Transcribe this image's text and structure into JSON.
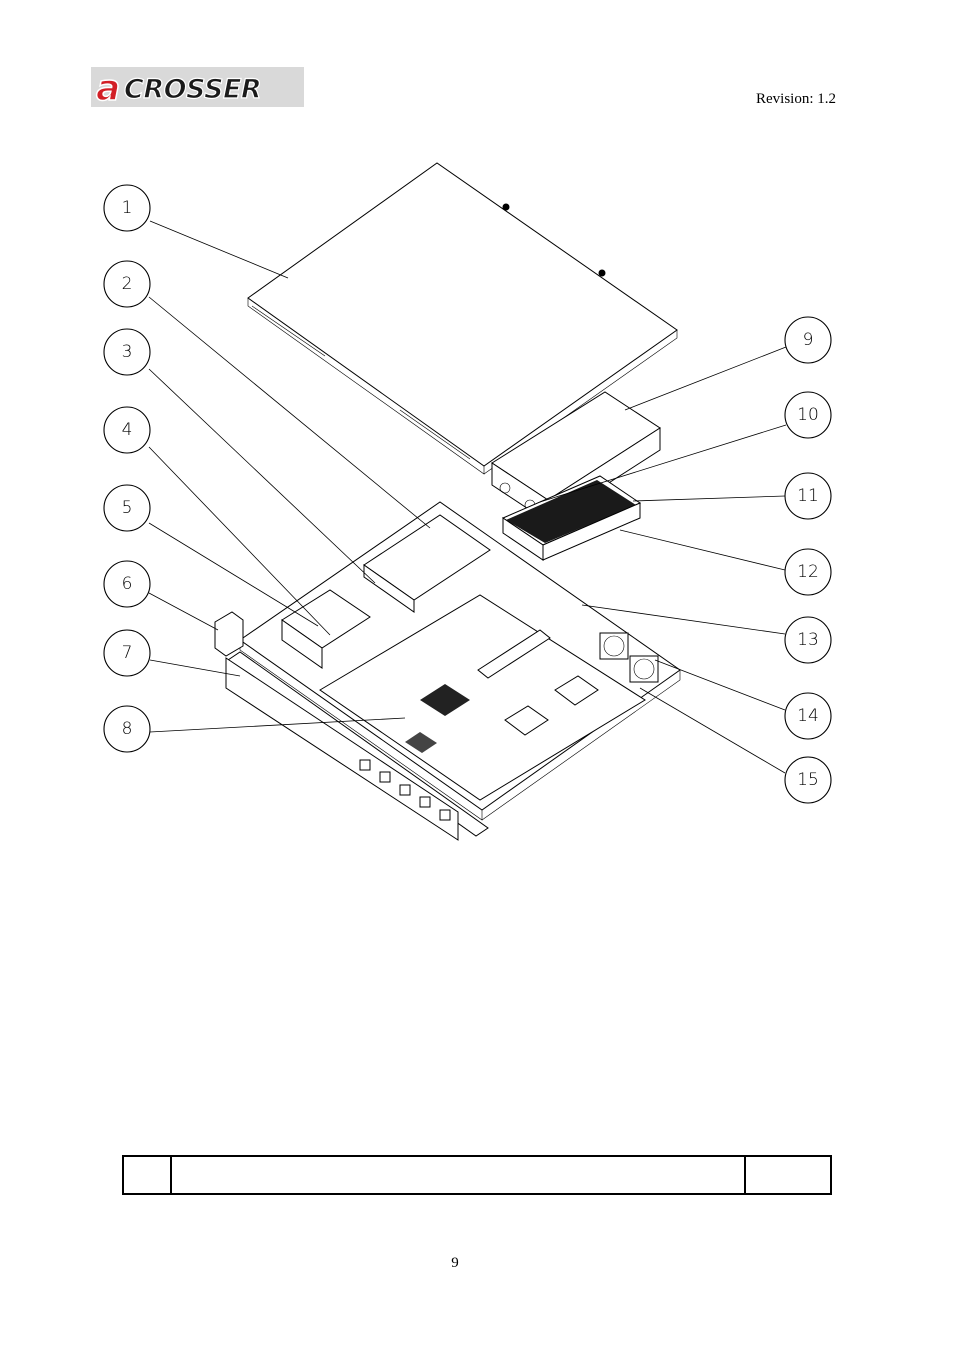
{
  "header": {
    "logo_text": "CROSSER",
    "logo_letter": "a",
    "revision": "Revision: 1.2"
  },
  "diagram": {
    "callouts": [
      "1",
      "2",
      "3",
      "4",
      "5",
      "6",
      "7",
      "8",
      "9",
      "10",
      "11",
      "12",
      "13",
      "14",
      "15"
    ]
  },
  "table": {
    "cells": [
      "",
      "",
      ""
    ]
  },
  "footer": {
    "page_number": "9"
  }
}
